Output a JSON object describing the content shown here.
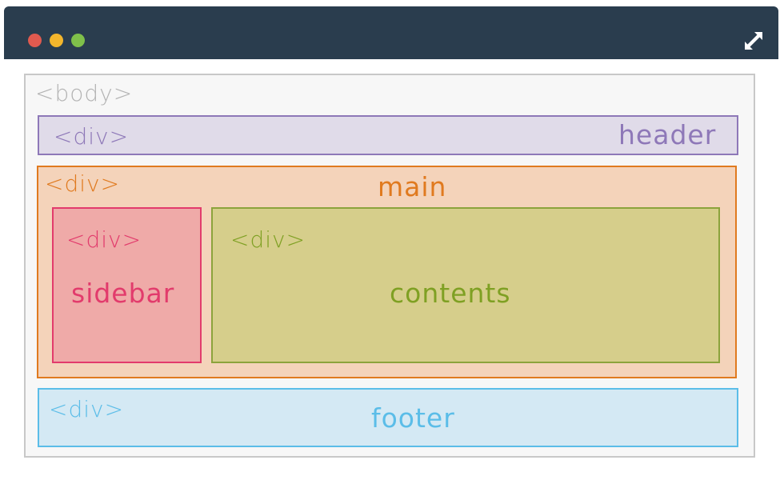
{
  "diagram": {
    "body_tag": "<body>",
    "header": {
      "tag": "<div>",
      "label": "header",
      "color": "#8e78b8"
    },
    "main": {
      "tag": "<div>",
      "label": "main",
      "color": "#e07a1f"
    },
    "sidebar": {
      "tag": "<div>",
      "label": "sidebar",
      "color": "#e23b6c"
    },
    "contents": {
      "tag": "<div>",
      "label": "contents",
      "color": "#7fa023"
    },
    "footer": {
      "tag": "<div>",
      "label": "footer",
      "color": "#5bbde8"
    }
  },
  "window": {
    "titlebar_color": "#2a3d4e",
    "controls": [
      "close-dot",
      "minimize-dot",
      "maximize-dot"
    ],
    "expand_icon": "expand-arrows-icon"
  }
}
